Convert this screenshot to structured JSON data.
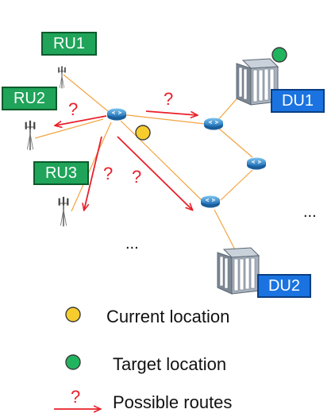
{
  "nodes": {
    "ru1": "RU1",
    "ru2": "RU2",
    "ru3": "RU3",
    "du1": "DU1",
    "du2": "DU2"
  },
  "route_mark": "?",
  "ellipsis": "...",
  "legend": {
    "current": "Current location",
    "target": "Target location",
    "routes": "Possible routes"
  },
  "colors": {
    "link": "#f4a340",
    "route": "#e8202a",
    "current_marker": "#f7cd2e",
    "target_marker": "#21b45f",
    "ru_box": "#1fa45a",
    "du_box": "#1a73e0",
    "router": "#3a9ad9"
  },
  "icons": [
    "antenna-icon",
    "router-icon",
    "server-rack-icon"
  ]
}
